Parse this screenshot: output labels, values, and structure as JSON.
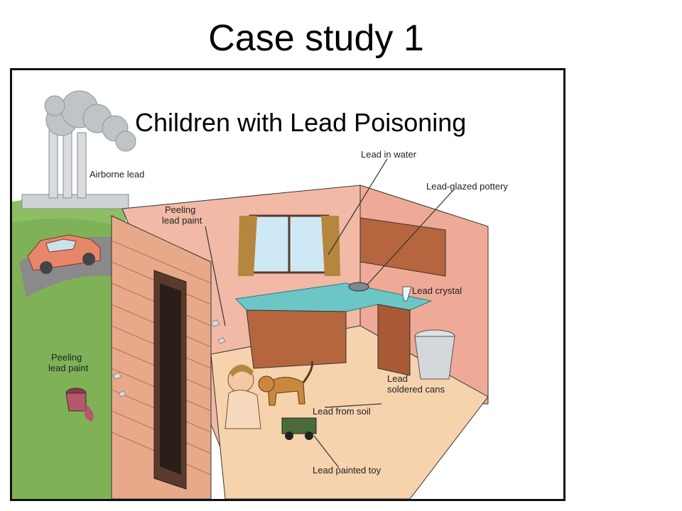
{
  "slide": {
    "title": "Case study 1",
    "subtitle": "Children with Lead Poisoning"
  },
  "illustration": {
    "labels": {
      "airborne_lead": "Airborne lead",
      "peeling_paint_upper_1": "Peeling",
      "peeling_paint_upper_2": "lead paint",
      "peeling_paint_lower_1": "Peeling",
      "peeling_paint_lower_2": "lead paint",
      "lead_in_water": "Lead in water",
      "lead_glazed_pottery": "Lead-glazed pottery",
      "lead_crystal": "Lead crystal",
      "lead_soldered_cans_1": "Lead",
      "lead_soldered_cans_2": "soldered cans",
      "lead_from_soil": "Lead from soil",
      "lead_painted_toy": "Lead painted toy"
    },
    "colors": {
      "wall": "#f2b9a6",
      "floor": "#f6d3ad",
      "siding": "#e8a98a",
      "cabinet": "#b5663e",
      "counter": "#6cc6c6",
      "grass": "#8cbf63",
      "smoke": "#bfc4c9"
    }
  }
}
